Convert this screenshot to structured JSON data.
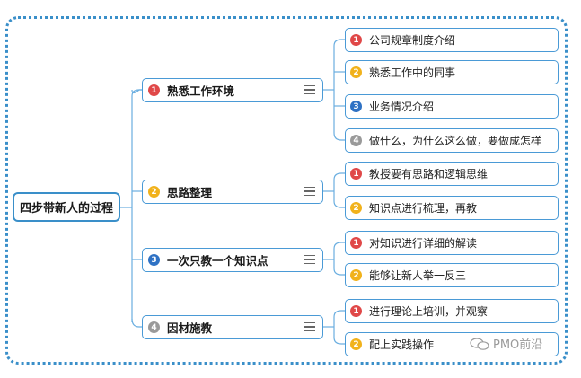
{
  "root": {
    "label": "四步带新人的过程"
  },
  "colors": {
    "frame": "#3a8fc9",
    "line": "#6aaee0",
    "badge_1": "#e04848",
    "badge_2": "#f1b21c",
    "badge_3": "#2f72c4",
    "badge_4": "#9a9a9a"
  },
  "branches": [
    {
      "badge": "1",
      "label": "熟悉工作环境",
      "children": [
        {
          "badge": "1",
          "label": "公司规章制度介绍"
        },
        {
          "badge": "2",
          "label": "熟悉工作中的同事"
        },
        {
          "badge": "3",
          "label": "业务情况介绍"
        },
        {
          "badge": "4",
          "label": "做什么，为什么这么做，要做成怎样"
        }
      ]
    },
    {
      "badge": "2",
      "label": "思路整理",
      "children": [
        {
          "badge": "1",
          "label": "教授要有思路和逻辑思维"
        },
        {
          "badge": "2",
          "label": "知识点进行梳理，再教"
        }
      ]
    },
    {
      "badge": "3",
      "label": "一次只教一个知识点",
      "children": [
        {
          "badge": "1",
          "label": "对知识进行详细的解读"
        },
        {
          "badge": "2",
          "label": "能够让新人举一反三"
        }
      ]
    },
    {
      "badge": "4",
      "label": "因材施教",
      "children": [
        {
          "badge": "1",
          "label": "进行理论上培训，并观察"
        },
        {
          "badge": "2",
          "label": "配上实践操作"
        }
      ]
    }
  ],
  "watermark": {
    "icon": "wechat-icon",
    "text": "PMO前沿"
  }
}
